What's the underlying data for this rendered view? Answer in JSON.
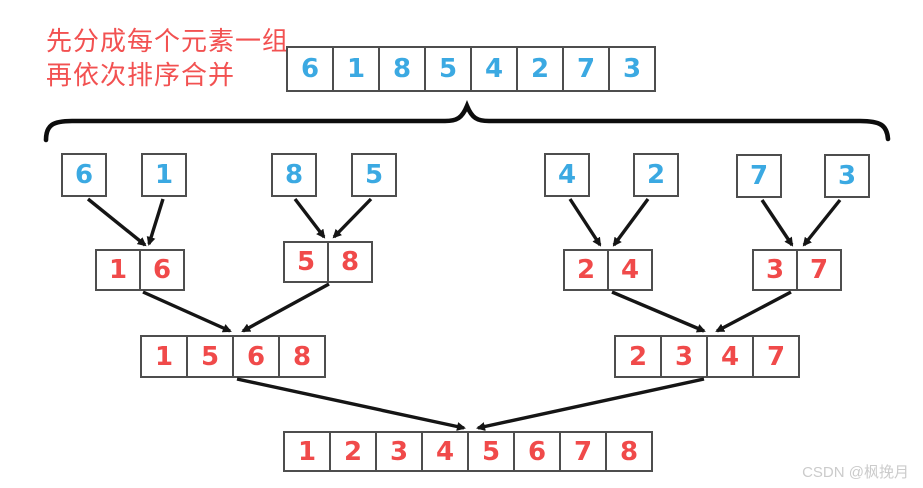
{
  "annotation": {
    "line1": "先分成每个元素一组",
    "line2": "再依次排序合并"
  },
  "watermark": {
    "text": "CSDN @枫挽月"
  },
  "colors": {
    "number_blue": "#3BA9E2",
    "number_red": "#F04A4A",
    "annotation_red": "#F25151",
    "box_border": "#4E4E4E",
    "arrow_black": "#151515",
    "watermark_gray": "#CBCBCB"
  },
  "tree": {
    "top": [
      "6",
      "1",
      "8",
      "5",
      "4",
      "2",
      "7",
      "3"
    ],
    "level1": [
      "6",
      "1",
      "8",
      "5",
      "4",
      "2",
      "7",
      "3"
    ],
    "level2": [
      [
        "1",
        "6"
      ],
      [
        "5",
        "8"
      ],
      [
        "2",
        "4"
      ],
      [
        "3",
        "7"
      ]
    ],
    "level3": [
      [
        "1",
        "5",
        "6",
        "8"
      ],
      [
        "2",
        "3",
        "4",
        "7"
      ]
    ],
    "final": [
      "1",
      "2",
      "3",
      "4",
      "5",
      "6",
      "7",
      "8"
    ]
  }
}
